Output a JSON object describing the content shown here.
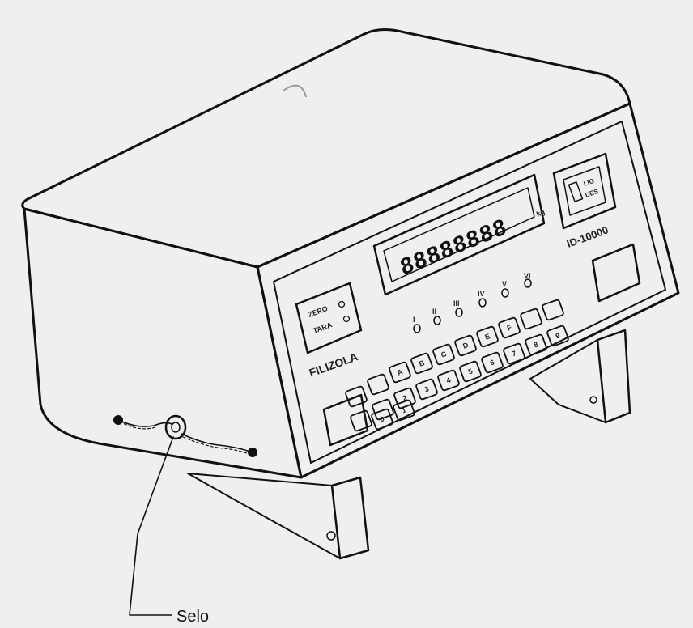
{
  "device": {
    "brand": "FILIZOLA",
    "model": "ID-10000",
    "display_digits": "88888888",
    "display_unit": "kg",
    "power_switch": {
      "on": "LIG",
      "off": "DES"
    },
    "zero_tare_panel": {
      "zero": "ZERO",
      "tare": "TARA"
    },
    "indicator_roman": [
      "I",
      "II",
      "III",
      "IV",
      "V",
      "VI"
    ],
    "key_row_top": [
      "A",
      "B",
      "C",
      "D",
      "E",
      "F"
    ],
    "key_row_middle": [
      "2",
      "3",
      "4",
      "5",
      "6",
      "7",
      "8",
      "9"
    ],
    "key_row_bottom": [
      "0",
      "1"
    ]
  },
  "annotations": {
    "seal_label": "Selo"
  }
}
